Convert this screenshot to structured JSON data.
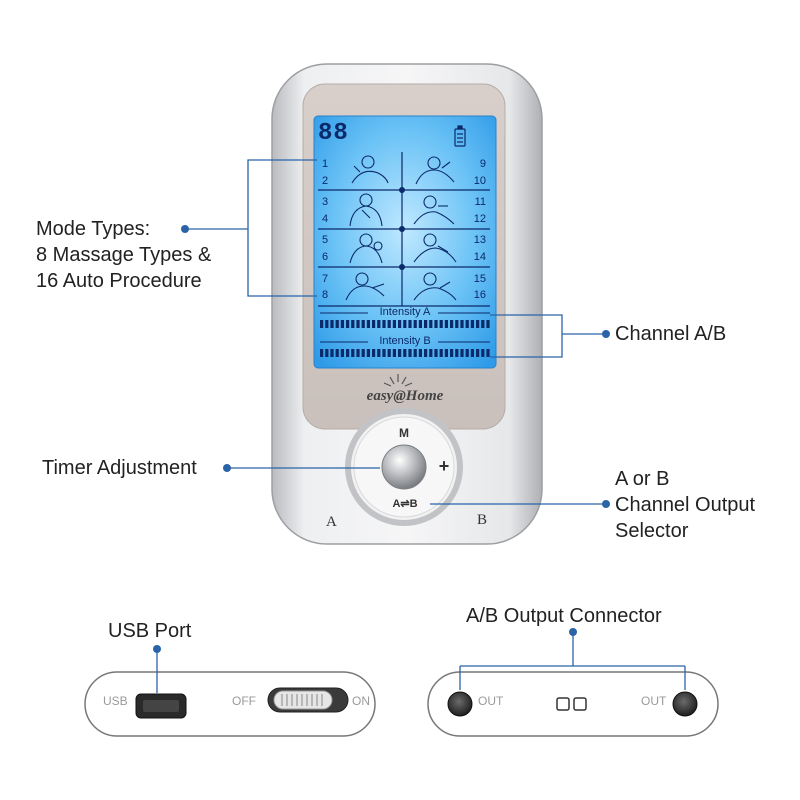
{
  "callouts": {
    "mode_types": [
      "Mode Types:",
      "8 Massage Types &",
      "16 Auto Procedure"
    ],
    "channel_ab": "Channel A/B",
    "timer": "Timer Adjustment",
    "output_selector": [
      "A or B",
      "Channel Output",
      "Selector"
    ],
    "usb_port": "USB Port",
    "output_connector": "A/B Output Connector"
  },
  "device": {
    "display_digits": "88",
    "brand": "easy@Home",
    "intensity_a": "Intensity A",
    "intensity_b": "Intensity B",
    "mode_numbers_left": [
      "1",
      "2",
      "3",
      "4",
      "5",
      "6",
      "7",
      "8"
    ],
    "mode_numbers_right": [
      "9",
      "10",
      "11",
      "12",
      "13",
      "14",
      "15",
      "16"
    ],
    "button_top": "M",
    "button_right": "+",
    "button_bottom": "A⇌B",
    "jack_left": "A",
    "jack_right": "B"
  },
  "side_views": {
    "usb_label": "USB",
    "off_label": "OFF",
    "on_label": "ON",
    "out_left": "OUT",
    "out_right": "OUT"
  },
  "colors": {
    "lcd_blue": "#35a8f2",
    "lcd_dark": "#0b2a6a",
    "leader_line": "#2a63a8",
    "silver": "#d9d9dc"
  }
}
